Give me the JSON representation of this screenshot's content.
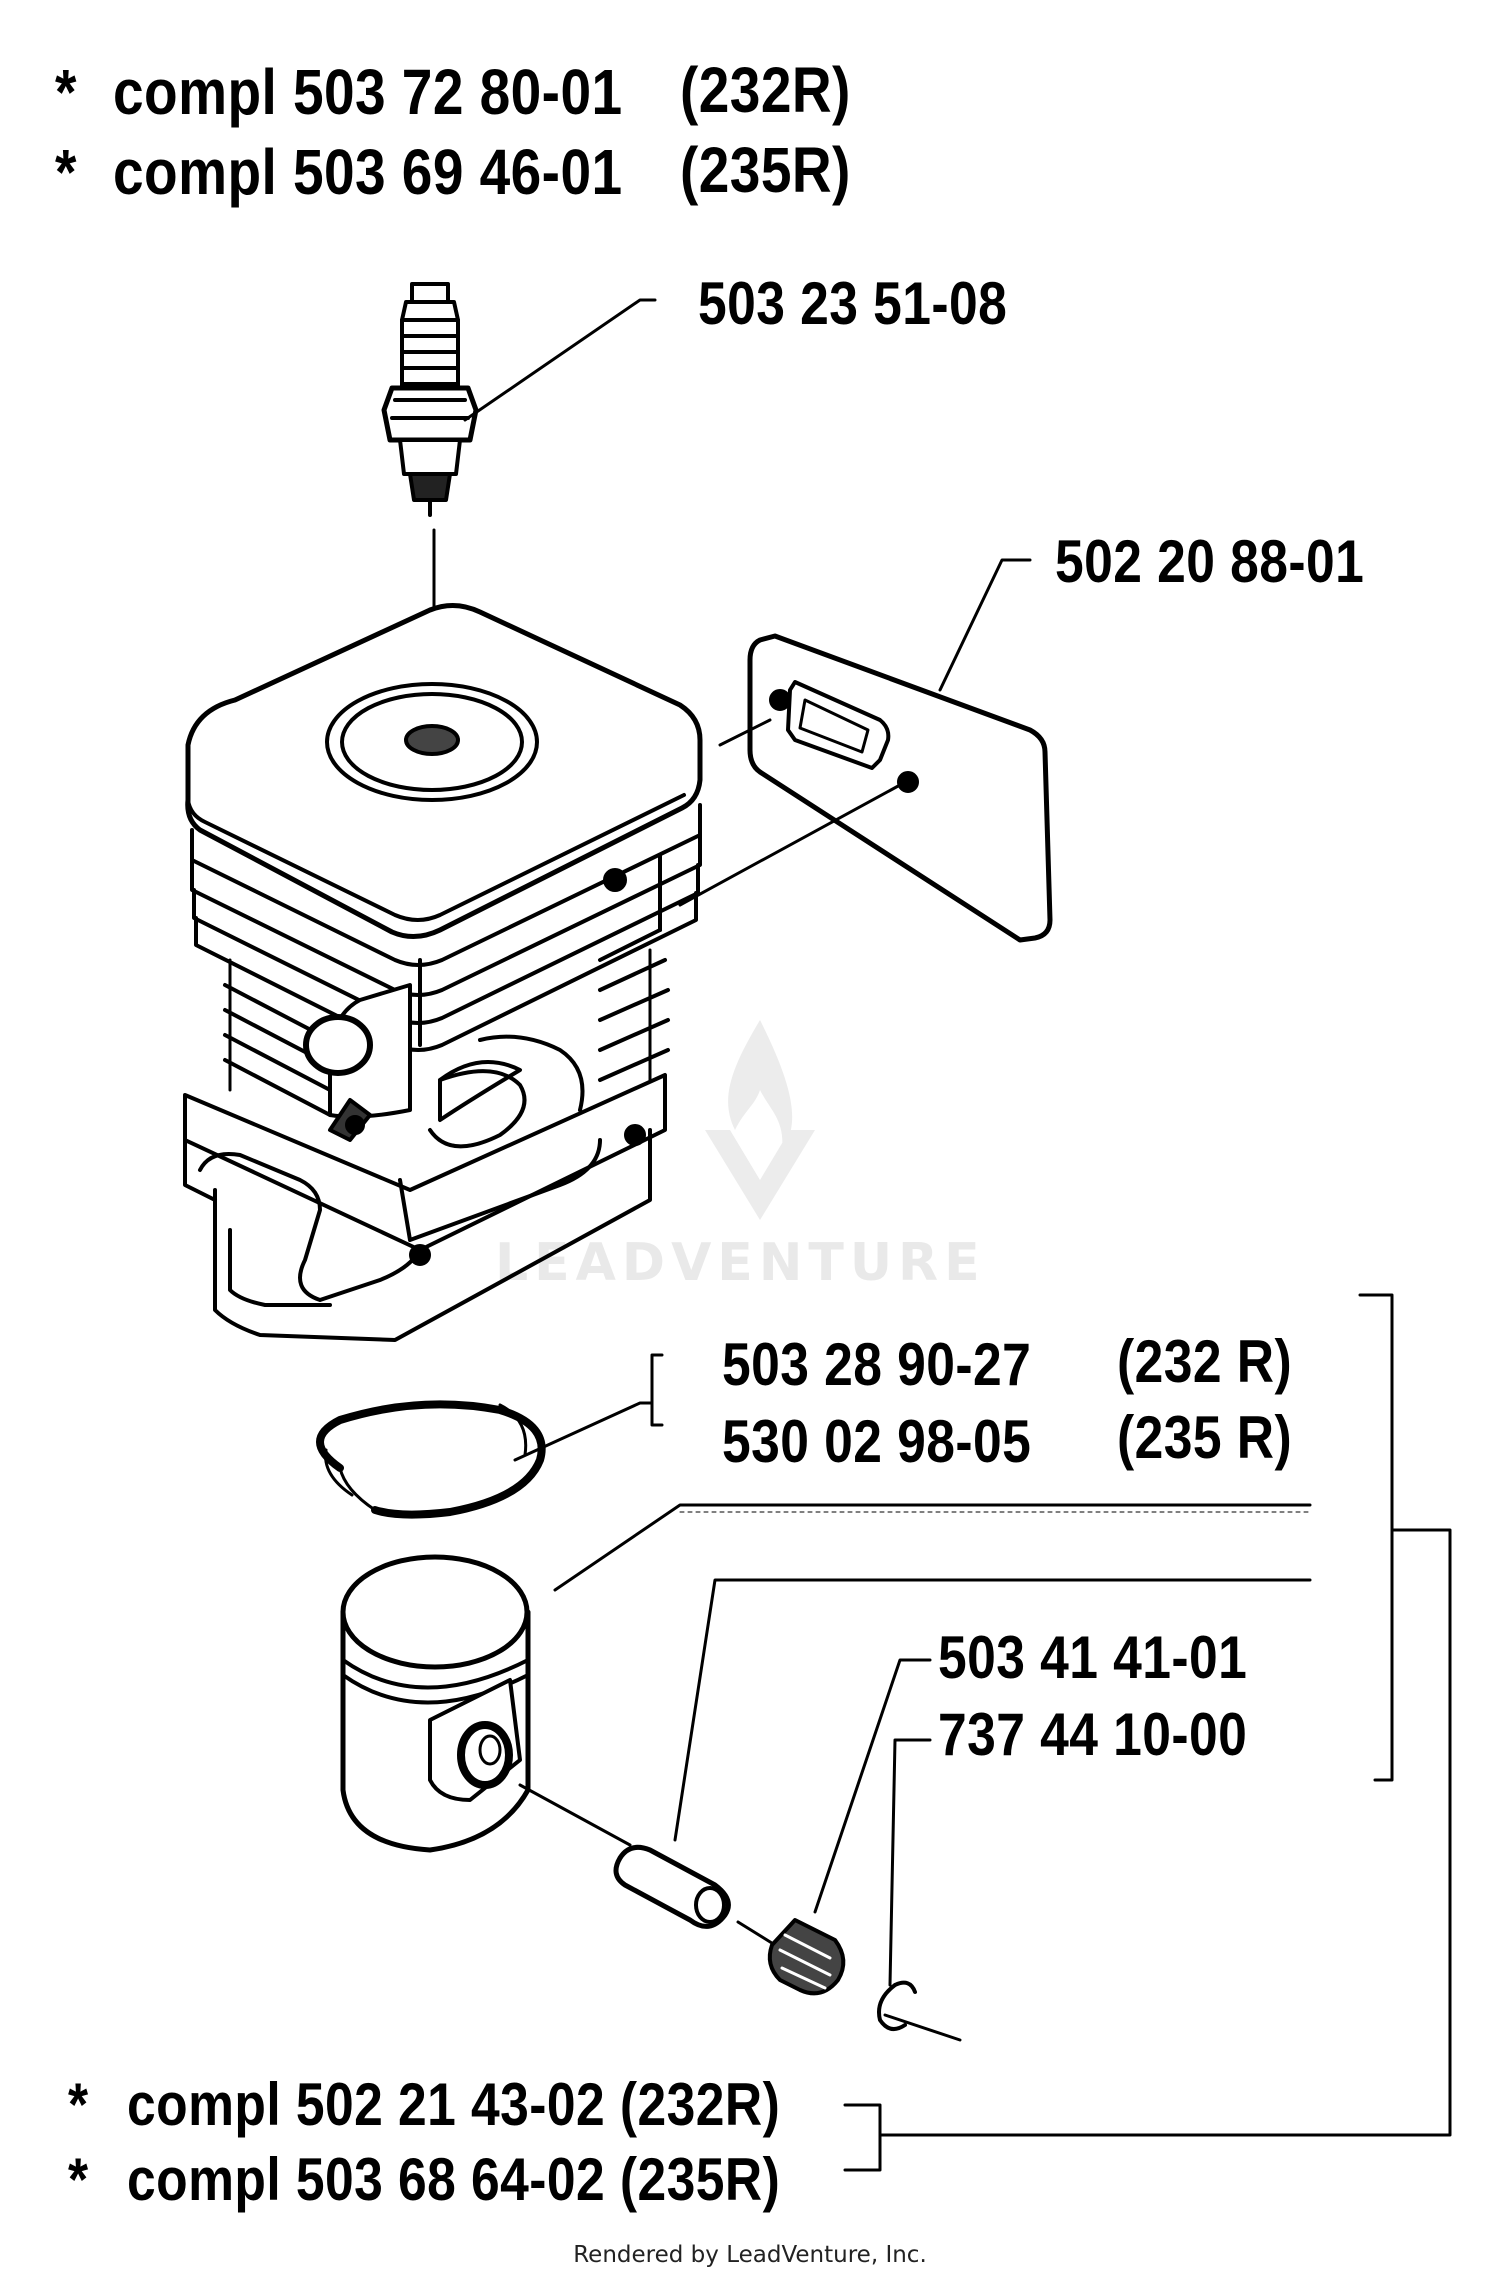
{
  "header": {
    "lines": [
      {
        "star": "*",
        "text": "compl 503 72 80-01",
        "model": "(232R)"
      },
      {
        "star": "*",
        "text": "compl 503 69 46-01",
        "model": "(235R)"
      }
    ]
  },
  "parts": {
    "spark_plug": "503 23 51-08",
    "gasket": "502 20 88-01",
    "ring_232": "503 28 90-27",
    "ring_232_model": "(232 R)",
    "ring_235": "530 02 98-05",
    "ring_235_model": "(235 R)",
    "bearing": "503 41 41-01",
    "circlip": "737 44 10-00"
  },
  "footer_compl": {
    "lines": [
      {
        "star": "*",
        "text": "compl 502 21 43-02 (232R)"
      },
      {
        "star": "*",
        "text": "compl 503 68 64-02 (235R)"
      }
    ]
  },
  "watermark": {
    "brand": "LEADVENTURE",
    "icon": "leadventure-flame-logo"
  },
  "rendered_by": "Rendered by LeadVenture, Inc."
}
